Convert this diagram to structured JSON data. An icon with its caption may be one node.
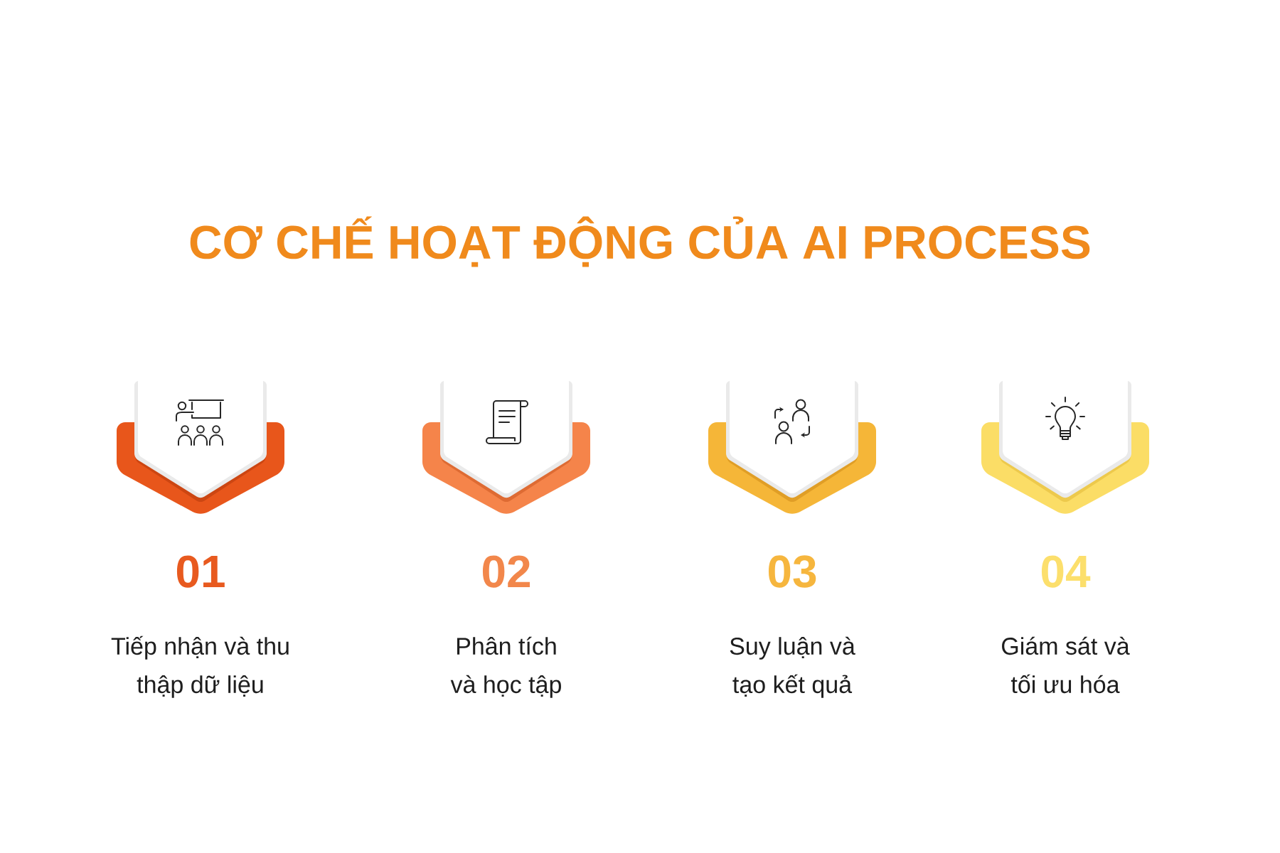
{
  "diagram": {
    "title": "CƠ CHẾ HOẠT ĐỘNG CỦA AI PROCESS",
    "nodes": [
      {
        "text": [
          "01",
          "Tiếp nhận và thu thập dữ liệu"
        ]
      },
      {
        "text": [
          "02",
          "Phân tích và học tập"
        ]
      },
      {
        "text": [
          "03",
          "Suy luận và tạo kết quả"
        ]
      },
      {
        "text": [
          "04",
          "Giám sát và tối ưu hóa"
        ]
      }
    ]
  }
}
